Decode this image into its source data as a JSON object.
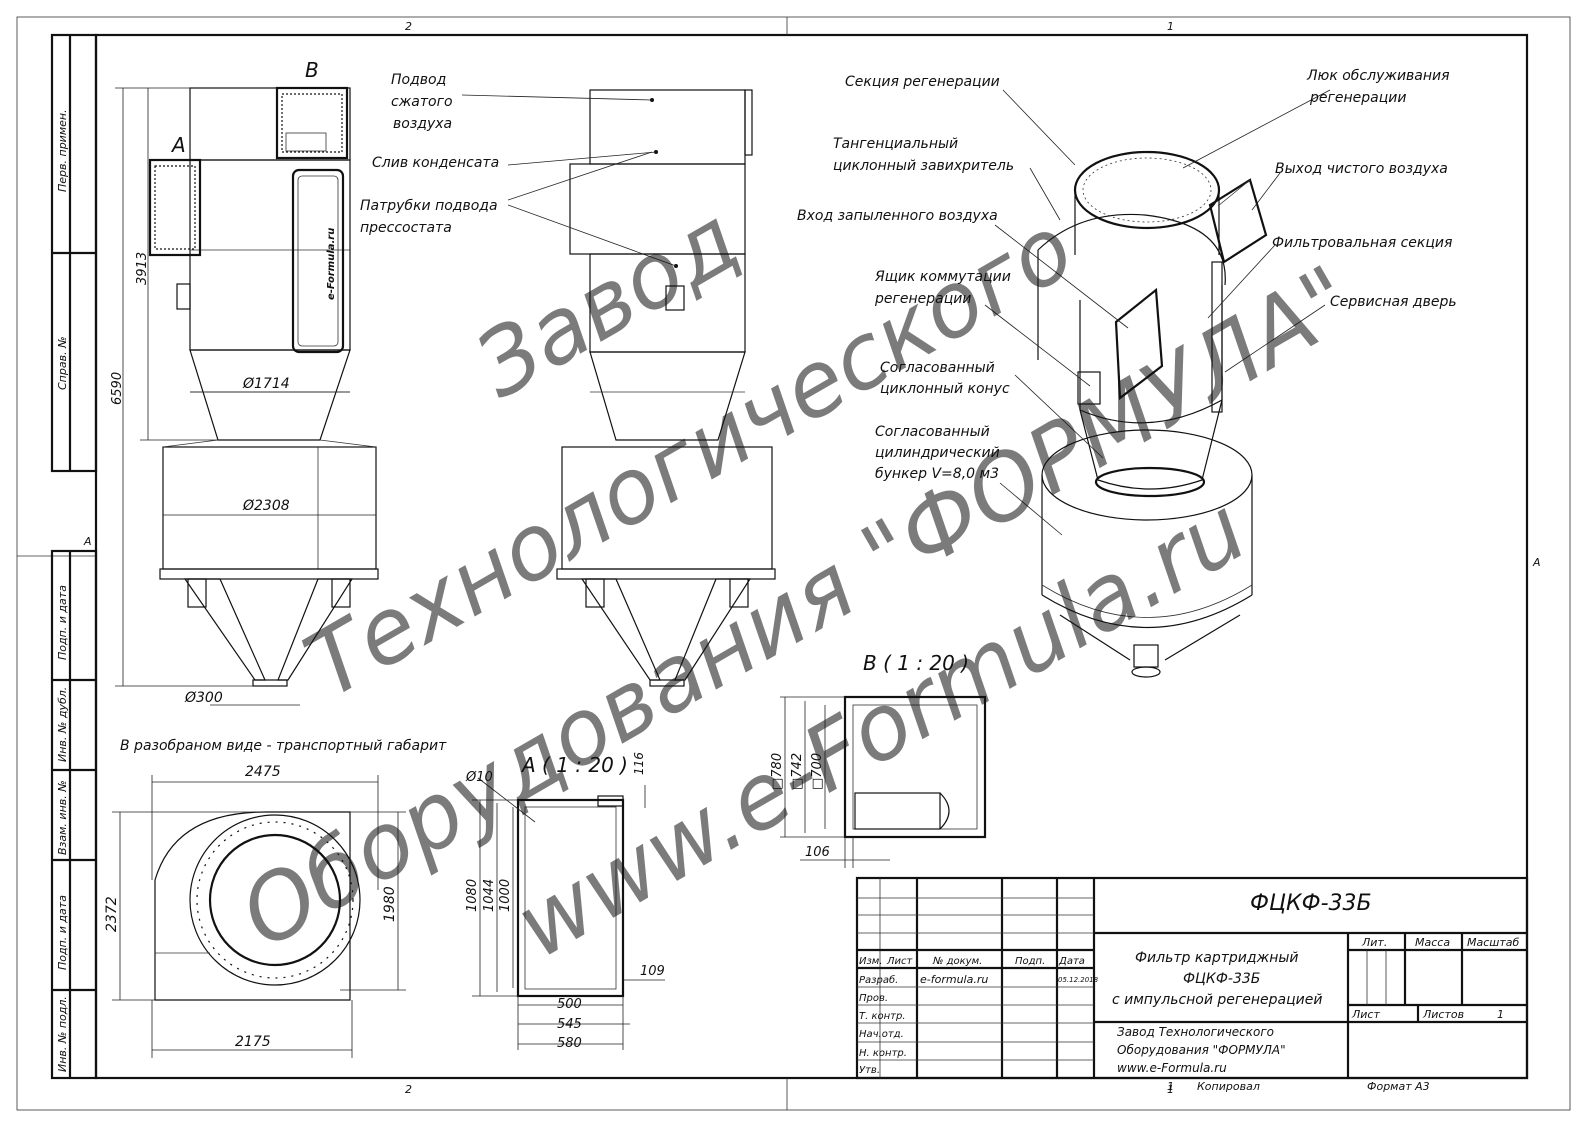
{
  "frame": {
    "zone_top_left": "2",
    "zone_top_right": "1",
    "zone_bottom_left": "2",
    "zone_bottom_right": "1",
    "zone_left": "A",
    "zone_right": "A",
    "side_cells": [
      "Перв. примен.",
      "Справ. №",
      "Подп. и дата",
      "Инв. № дубл.",
      "Взам. инв. №",
      "Подп. и дата",
      "Инв. № подл."
    ]
  },
  "front_view": {
    "label_A": "A",
    "label_B": "B",
    "dim_total": "6590",
    "dim_upper": "3913",
    "dia_cone": "Ø1714",
    "dia_bunker": "Ø2308",
    "dia_outlet": "Ø300",
    "panel_text": "e-Formula.ru"
  },
  "callouts_side": {
    "air_supply": [
      "Подвод",
      "сжатого",
      "воздуха"
    ],
    "condensate": "Слив конденсата",
    "pressostat": [
      "Патрубки подвода",
      "прессостата"
    ]
  },
  "callouts_iso": {
    "regen_section": "Секция регенерации",
    "service_hatch": [
      "Люк обслуживания",
      "регенерации"
    ],
    "swirler": [
      "Тангенциальный",
      "циклонный завихритель"
    ],
    "clean_air": "Выход чистого воздуха",
    "dusty_air": "Вход запыленного воздуха",
    "filter_section": "Фильтровальная секция",
    "switch_box": [
      "Ящик коммутации",
      "регенерации"
    ],
    "service_door": "Сервисная дверь",
    "cone": [
      "Согласованный",
      "циклонный конус"
    ],
    "bunker": [
      "Согласованный",
      "цилиндрический",
      "бункер V=8,0 м3"
    ]
  },
  "plan_view": {
    "caption": "В разобраном виде - транспортный габарит",
    "dim_width_top": "2475",
    "dim_width_bottom": "2175",
    "dim_height_left": "2372",
    "dim_height_right": "1980"
  },
  "detail_a": {
    "title": "A ( 1 : 20 )",
    "dia_hole": "Ø10",
    "dim_116": "116",
    "dim_1080": "1080",
    "dim_1044": "1044",
    "dim_1000": "1000",
    "dim_109": "109",
    "dim_500": "500",
    "dim_545": "545",
    "dim_580": "580"
  },
  "detail_b": {
    "title": "B ( 1 : 20 )",
    "dim_780": "□780",
    "dim_742": "□742",
    "dim_700": "□700",
    "dim_106": "106"
  },
  "title_block": {
    "designation": "ФЦКФ-33Б",
    "name": [
      "Фильтр картриджный",
      "ФЦКФ-33Б",
      "с импульсной регенерацией"
    ],
    "company": [
      "Завод Технологического",
      "Оборудования \"ФОРМУЛА\"",
      "www.e-Formula.ru"
    ],
    "col_headers": [
      "Изм.",
      "Лист",
      "№ докум.",
      "Подп.",
      "Дата"
    ],
    "rows": [
      "Разраб.",
      "Пров.",
      "Т. контр.",
      "Нач.отд.",
      "Н. контр.",
      "Утв."
    ],
    "developer": "e-formula.ru",
    "date": "05.12.2018",
    "lit": "Лит.",
    "mass": "Масса",
    "scale": "Масштаб",
    "sheet": "Лист",
    "sheets": "Листов",
    "sheets_count": "1",
    "copied": "Копировал",
    "sheet_no": "1",
    "format": "Формат А3"
  },
  "watermark": {
    "line1": "Завод",
    "line2": "Технологического",
    "line3": "Оборудования \"ФОРМУЛА\"",
    "line4": "www.e-Formula.ru"
  }
}
